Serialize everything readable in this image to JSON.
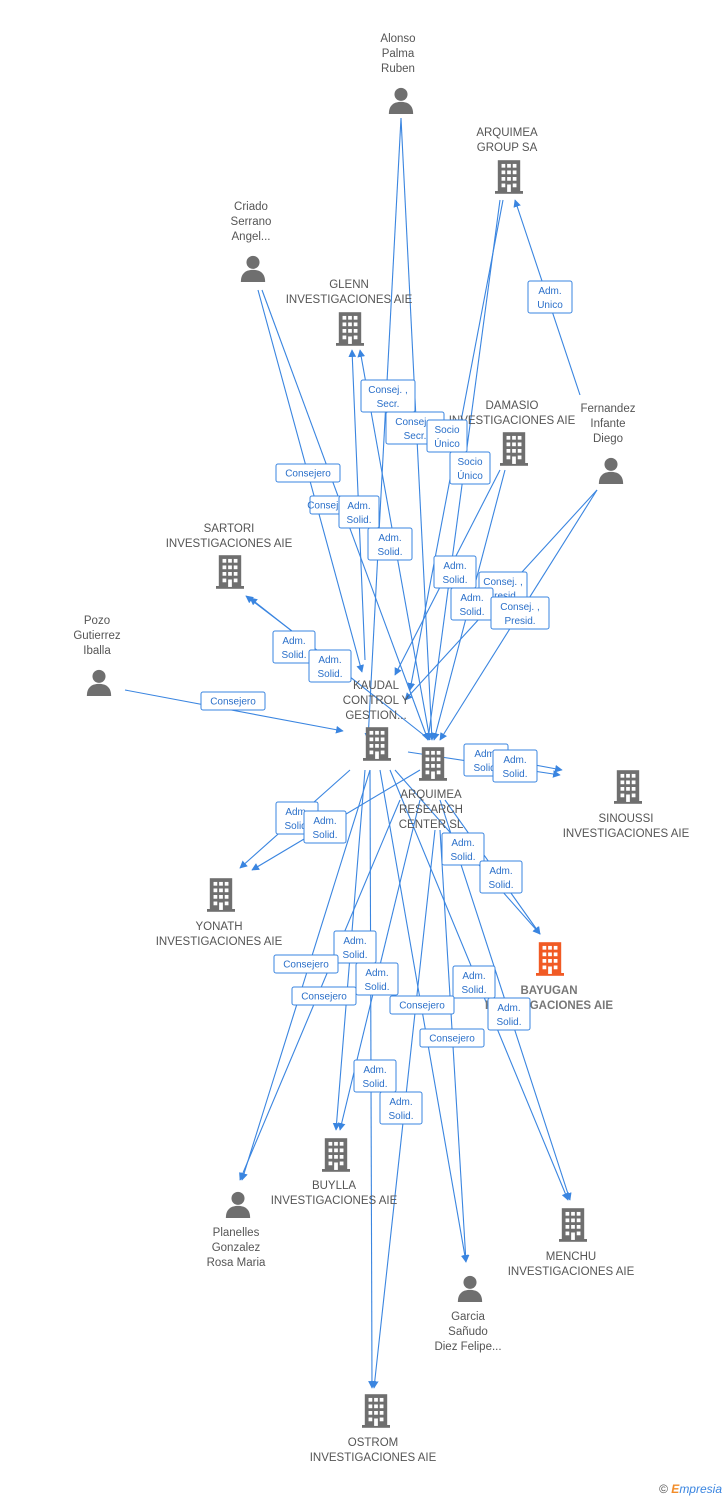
{
  "colors": {
    "edge": "#3a85e0",
    "node": "#6f6f6f",
    "highlight": "#f15a24",
    "box_text": "#2a6fc9"
  },
  "nodes": [
    {
      "id": "alonso",
      "kind": "person",
      "label": [
        "Alonso",
        "Palma",
        "Ruben"
      ]
    },
    {
      "id": "arquimea_group",
      "kind": "company",
      "label": [
        "ARQUIMEA",
        "GROUP SA"
      ]
    },
    {
      "id": "criado",
      "kind": "person",
      "label": [
        "Criado",
        "Serrano",
        "Angel..."
      ]
    },
    {
      "id": "glenn",
      "kind": "company",
      "label": [
        "GLENN",
        "INVESTIGACIONES AIE"
      ]
    },
    {
      "id": "damasio",
      "kind": "company",
      "label": [
        "DAMASIO",
        "INVESTIGACIONES AIE"
      ]
    },
    {
      "id": "fernandez",
      "kind": "person",
      "label": [
        "Fernandez",
        "Infante",
        "Diego"
      ]
    },
    {
      "id": "sartori",
      "kind": "company",
      "label": [
        "SARTORI",
        "INVESTIGACIONES AIE"
      ]
    },
    {
      "id": "pozo",
      "kind": "person",
      "label": [
        "Pozo",
        "Gutierrez",
        "Iballa"
      ]
    },
    {
      "id": "kaudal",
      "kind": "company",
      "label": [
        "KAUDAL",
        "CONTROL Y",
        "GESTION..."
      ]
    },
    {
      "id": "arquimea_research",
      "kind": "company",
      "label": [
        "ARQUIMEA",
        "RESEARCH",
        "CENTER SL"
      ]
    },
    {
      "id": "sinoussi",
      "kind": "company",
      "label": [
        "SINOUSSI",
        "INVESTIGACIONES AIE"
      ]
    },
    {
      "id": "yonath",
      "kind": "company",
      "label": [
        "YONATH",
        "INVESTIGACIONES AIE"
      ]
    },
    {
      "id": "bayugan",
      "kind": "company",
      "highlight": true,
      "label": [
        "BAYUGAN",
        "INVESTIGACIONES AIE"
      ]
    },
    {
      "id": "buylla",
      "kind": "company",
      "label": [
        "BUYLLA",
        "INVESTIGACIONES AIE"
      ]
    },
    {
      "id": "planelles",
      "kind": "person",
      "label": [
        "Planelles",
        "Gonzalez",
        "Rosa Maria"
      ]
    },
    {
      "id": "menchu",
      "kind": "company",
      "label": [
        "MENCHU",
        "INVESTIGACIONES AIE"
      ]
    },
    {
      "id": "garcia",
      "kind": "person",
      "label": [
        "Garcia",
        "Sañudo",
        "Diez Felipe..."
      ]
    },
    {
      "id": "ostrom",
      "kind": "company",
      "label": [
        "OSTROM",
        "INVESTIGACIONES AIE"
      ]
    }
  ],
  "relations": [
    {
      "id": "r1",
      "label": [
        "Adm.",
        "Unico"
      ]
    },
    {
      "id": "r2",
      "label": [
        "Consej. ,",
        "Secr."
      ]
    },
    {
      "id": "r3",
      "label": [
        "Consej. ,",
        "Secr."
      ]
    },
    {
      "id": "r4",
      "label": [
        "Socio",
        "Único"
      ]
    },
    {
      "id": "r5",
      "label": [
        "Socio",
        "Único"
      ]
    },
    {
      "id": "r6",
      "label": [
        "Consejero"
      ]
    },
    {
      "id": "r7",
      "label": [
        "Consejero"
      ]
    },
    {
      "id": "r8",
      "label": [
        "Adm.",
        "Solid."
      ]
    },
    {
      "id": "r9",
      "label": [
        "Adm.",
        "Solid."
      ]
    },
    {
      "id": "r10",
      "label": [
        "Adm.",
        "Solid."
      ]
    },
    {
      "id": "r11",
      "label": [
        "Consej. ,",
        "Presid."
      ]
    },
    {
      "id": "r12",
      "label": [
        "Adm.",
        "Solid."
      ]
    },
    {
      "id": "r13",
      "label": [
        "Consej. ,",
        "Presid."
      ]
    },
    {
      "id": "r14",
      "label": [
        "Adm.",
        "Solid."
      ]
    },
    {
      "id": "r15",
      "label": [
        "Adm.",
        "Solid."
      ]
    },
    {
      "id": "r16",
      "label": [
        "Consejero"
      ]
    },
    {
      "id": "r17",
      "label": [
        "Adm.",
        "Solid."
      ]
    },
    {
      "id": "r18",
      "label": [
        "Adm.",
        "Solid."
      ]
    },
    {
      "id": "r19",
      "label": [
        "Adm.",
        "Solid."
      ]
    },
    {
      "id": "r20",
      "label": [
        "Adm.",
        "Solid."
      ]
    },
    {
      "id": "r21",
      "label": [
        "Adm.",
        "Solid."
      ]
    },
    {
      "id": "r22",
      "label": [
        "Adm.",
        "Solid."
      ]
    },
    {
      "id": "r23",
      "label": [
        "Adm.",
        "Solid."
      ]
    },
    {
      "id": "r24",
      "label": [
        "Consejero"
      ]
    },
    {
      "id": "r25",
      "label": [
        "Adm.",
        "Solid."
      ]
    },
    {
      "id": "r26",
      "label": [
        "Consejero"
      ]
    },
    {
      "id": "r27",
      "label": [
        "Adm.",
        "Solid."
      ]
    },
    {
      "id": "r28",
      "label": [
        "Consejero"
      ]
    },
    {
      "id": "r29",
      "label": [
        "Adm.",
        "Solid."
      ]
    },
    {
      "id": "r30",
      "label": [
        "Consejero"
      ]
    },
    {
      "id": "r31",
      "label": [
        "Adm.",
        "Solid."
      ]
    },
    {
      "id": "r32",
      "label": [
        "Adm.",
        "Solid."
      ]
    },
    {
      "id": "r33",
      "label": [
        "Adm.",
        "Solid."
      ]
    }
  ],
  "footer": {
    "copyright": "©",
    "brand_first": "E",
    "brand_rest": "mpresia"
  }
}
